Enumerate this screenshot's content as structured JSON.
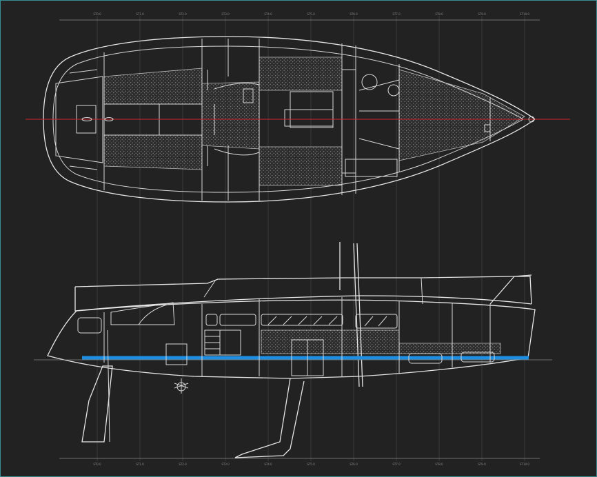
{
  "colors": {
    "background": "#222222",
    "linework": "#d8d8d8",
    "centerline": "#d0262a",
    "waterline": "#1e8fe0",
    "frame_border": "#3a8c96"
  },
  "stations": {
    "labels": [
      "ST0.0",
      "ST1.0",
      "ST2.0",
      "ST3.0",
      "ST4.0",
      "ST5.0",
      "ST6.0",
      "ST7.0",
      "ST8.0",
      "ST9.0",
      "ST10.0"
    ]
  },
  "views": {
    "plan": "deck-and-accommodation-plan",
    "profile": "inboard-profile"
  }
}
